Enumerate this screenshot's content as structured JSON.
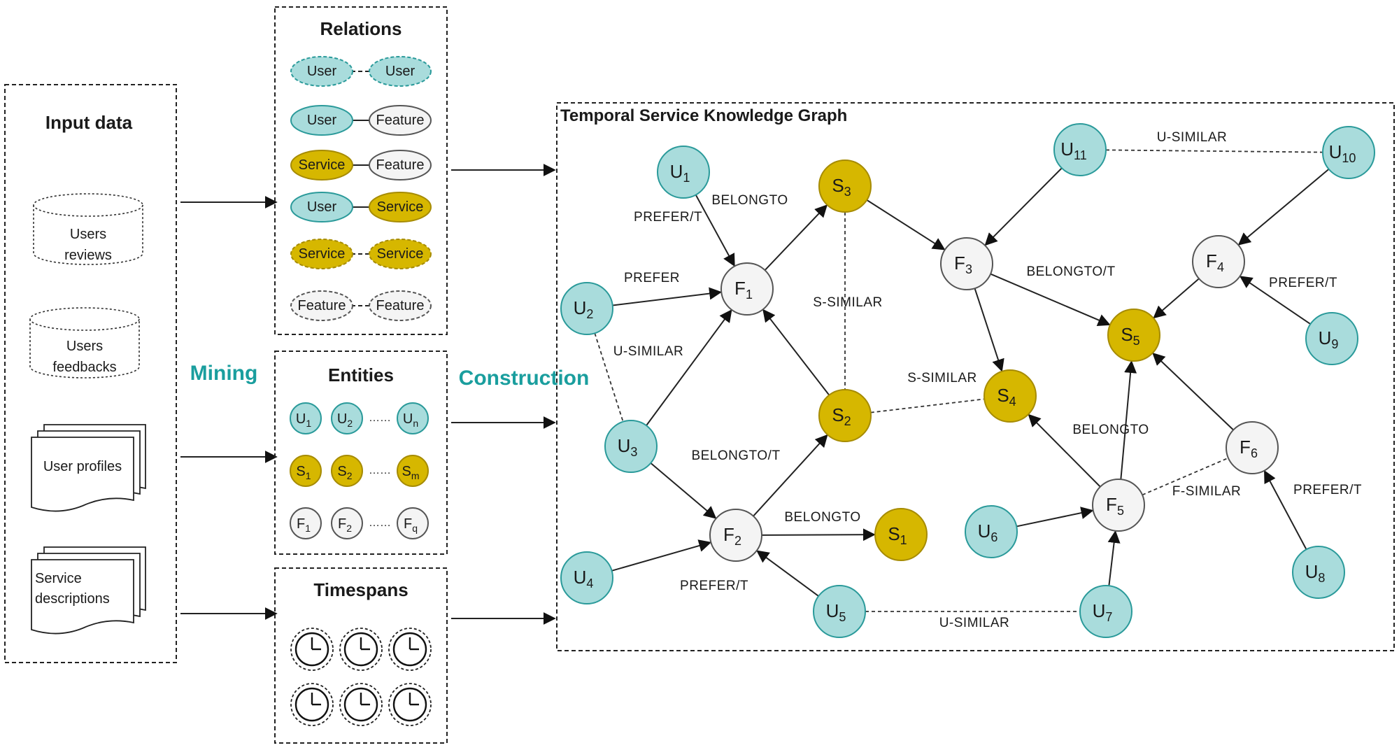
{
  "input": {
    "title": "Input data",
    "sources": {
      "users_reviews": [
        "Users",
        "reviews"
      ],
      "users_feedbacks": [
        "Users",
        "feedbacks"
      ],
      "user_profiles": "User profiles",
      "service_descriptions": [
        "Service",
        "descriptions"
      ]
    }
  },
  "stages": {
    "mining": "Mining",
    "construction": "Construction"
  },
  "relations": {
    "title": "Relations",
    "pairs": [
      {
        "left": "User",
        "right": "User",
        "style": "dashed-both",
        "left_type": "user",
        "right_type": "user"
      },
      {
        "left": "User",
        "right": "Feature",
        "style": "solid",
        "left_type": "user",
        "right_type": "feature"
      },
      {
        "left": "Service",
        "right": "Feature",
        "style": "solid",
        "left_type": "service",
        "right_type": "feature"
      },
      {
        "left": "User",
        "right": "Service",
        "style": "solid",
        "left_type": "user",
        "right_type": "service"
      },
      {
        "left": "Service",
        "right": "Service",
        "style": "dashed-both",
        "left_type": "service",
        "right_type": "service"
      },
      {
        "left": "Feature",
        "right": "Feature",
        "style": "dashed-both",
        "left_type": "feature",
        "right_type": "feature"
      }
    ]
  },
  "entities": {
    "title": "Entities",
    "rows": [
      {
        "type": "user",
        "letter": "U",
        "items": [
          "1",
          "2"
        ],
        "last": "n"
      },
      {
        "type": "service",
        "letter": "S",
        "items": [
          "1",
          "2"
        ],
        "last": "m"
      },
      {
        "type": "feature",
        "letter": "F",
        "items": [
          "1",
          "2"
        ],
        "last": "q"
      }
    ],
    "ellipsis": "……"
  },
  "timespans": {
    "title": "Timespans",
    "clock_count": 6
  },
  "graph": {
    "title": "Temporal Service Knowledge Graph",
    "nodes": [
      {
        "id": "U1",
        "letter": "U",
        "sub": "1",
        "type": "user"
      },
      {
        "id": "U2",
        "letter": "U",
        "sub": "2",
        "type": "user"
      },
      {
        "id": "U3",
        "letter": "U",
        "sub": "3",
        "type": "user"
      },
      {
        "id": "U4",
        "letter": "U",
        "sub": "4",
        "type": "user"
      },
      {
        "id": "U5",
        "letter": "U",
        "sub": "5",
        "type": "user"
      },
      {
        "id": "U6",
        "letter": "U",
        "sub": "6",
        "type": "user"
      },
      {
        "id": "U7",
        "letter": "U",
        "sub": "7",
        "type": "user"
      },
      {
        "id": "U8",
        "letter": "U",
        "sub": "8",
        "type": "user"
      },
      {
        "id": "U9",
        "letter": "U",
        "sub": "9",
        "type": "user"
      },
      {
        "id": "U10",
        "letter": "U",
        "sub": "10",
        "type": "user"
      },
      {
        "id": "U11",
        "letter": "U",
        "sub": "11",
        "type": "user"
      },
      {
        "id": "F1",
        "letter": "F",
        "sub": "1",
        "type": "feature"
      },
      {
        "id": "F2",
        "letter": "F",
        "sub": "2",
        "type": "feature"
      },
      {
        "id": "F3",
        "letter": "F",
        "sub": "3",
        "type": "feature"
      },
      {
        "id": "F4",
        "letter": "F",
        "sub": "4",
        "type": "feature"
      },
      {
        "id": "F5",
        "letter": "F",
        "sub": "5",
        "type": "feature"
      },
      {
        "id": "F6",
        "letter": "F",
        "sub": "6",
        "type": "feature"
      },
      {
        "id": "S1",
        "letter": "S",
        "sub": "1",
        "type": "service"
      },
      {
        "id": "S2",
        "letter": "S",
        "sub": "2",
        "type": "service"
      },
      {
        "id": "S3",
        "letter": "S",
        "sub": "3",
        "type": "service"
      },
      {
        "id": "S4",
        "letter": "S",
        "sub": "4",
        "type": "service"
      },
      {
        "id": "S5",
        "letter": "S",
        "sub": "5",
        "type": "service"
      }
    ],
    "edges": [
      {
        "from": "U1",
        "to": "F1",
        "label": "PREFER/T",
        "kind": "arrow"
      },
      {
        "from": "U2",
        "to": "F1",
        "label": "PREFER",
        "kind": "arrow"
      },
      {
        "from": "U3",
        "to": "F1",
        "label": "",
        "kind": "arrow"
      },
      {
        "from": "U3",
        "to": "F2",
        "label": "",
        "kind": "arrow"
      },
      {
        "from": "U4",
        "to": "F2",
        "label": "PREFER/T",
        "kind": "arrow"
      },
      {
        "from": "U5",
        "to": "F2",
        "label": "",
        "kind": "arrow"
      },
      {
        "from": "F1",
        "to": "S3",
        "label": "BELONGTO",
        "kind": "arrow"
      },
      {
        "from": "S2",
        "to": "F1",
        "label": "",
        "kind": "arrow"
      },
      {
        "from": "F2",
        "to": "S2",
        "label": "BELONGTO/T",
        "kind": "arrow"
      },
      {
        "from": "F2",
        "to": "S1",
        "label": "BELONGTO",
        "kind": "arrow"
      },
      {
        "from": "S3",
        "to": "F3",
        "label": "",
        "kind": "arrow"
      },
      {
        "from": "U11",
        "to": "F3",
        "label": "",
        "kind": "arrow"
      },
      {
        "from": "F3",
        "to": "S5",
        "label": "BELONGTO/T",
        "kind": "arrow"
      },
      {
        "from": "F3",
        "to": "S4",
        "label": "",
        "kind": "arrow"
      },
      {
        "from": "U10",
        "to": "F4",
        "label": "",
        "kind": "arrow"
      },
      {
        "from": "F4",
        "to": "S5",
        "label": "",
        "kind": "arrow"
      },
      {
        "from": "U9",
        "to": "F4",
        "label": "PREFER/T",
        "kind": "arrow"
      },
      {
        "from": "F6",
        "to": "S5",
        "label": "",
        "kind": "arrow"
      },
      {
        "from": "U8",
        "to": "F6",
        "label": "PREFER/T",
        "kind": "arrow"
      },
      {
        "from": "F5",
        "to": "S5",
        "label": "",
        "kind": "arrow"
      },
      {
        "from": "F5",
        "to": "S4",
        "label": "BELONGTO",
        "kind": "arrow"
      },
      {
        "from": "U6",
        "to": "F5",
        "label": "",
        "kind": "arrow"
      },
      {
        "from": "U7",
        "to": "F5",
        "label": "",
        "kind": "arrow"
      },
      {
        "from": "U2",
        "to": "U3",
        "label": "U-SIMILAR",
        "kind": "dashed"
      },
      {
        "from": "S3",
        "to": "S2",
        "label": "S-SIMILAR",
        "kind": "dashed"
      },
      {
        "from": "S2",
        "to": "S4",
        "label": "S-SIMILAR",
        "kind": "dashed"
      },
      {
        "from": "U11",
        "to": "U10",
        "label": "U-SIMILAR",
        "kind": "dashed"
      },
      {
        "from": "U5",
        "to": "U7",
        "label": "U-SIMILAR",
        "kind": "dashed"
      },
      {
        "from": "F5",
        "to": "F6",
        "label": "F-SIMILAR",
        "kind": "dashed"
      }
    ]
  }
}
